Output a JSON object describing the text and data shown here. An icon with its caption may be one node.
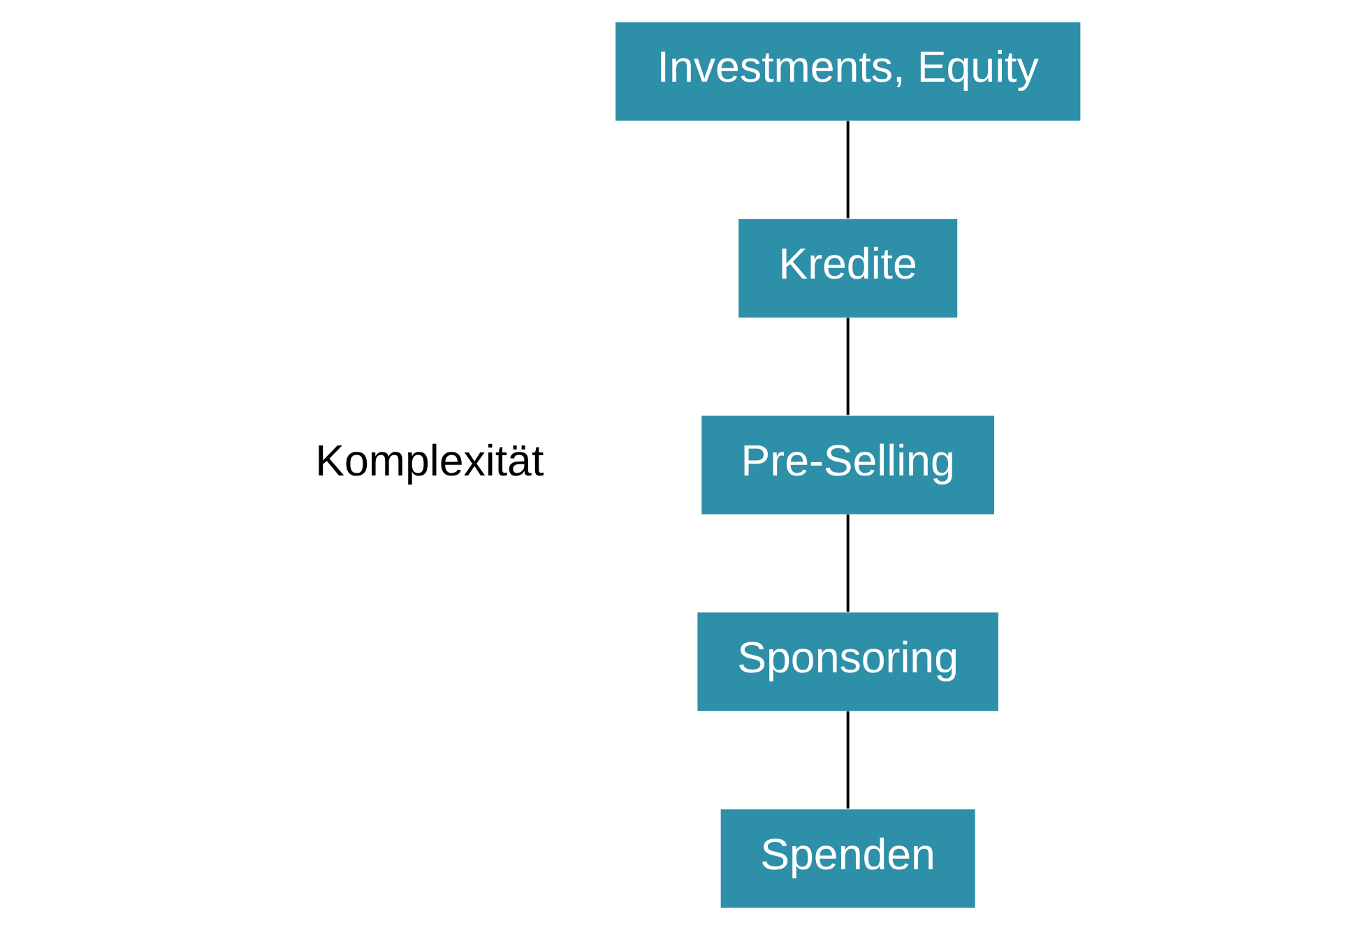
{
  "diagram": {
    "nodes": [
      {
        "text": [
          "Spenden"
        ]
      },
      {
        "text": [
          "Sponsoring"
        ]
      },
      {
        "text": [
          "Pre-Selling"
        ]
      },
      {
        "text": [
          "Kredite"
        ]
      },
      {
        "text": [
          "Investments, Equity"
        ]
      }
    ],
    "edges": [
      {
        "from": 0,
        "to": 1,
        "arrow": "none"
      },
      {
        "from": 1,
        "to": 2,
        "arrow": "none"
      },
      {
        "from": 2,
        "to": 3,
        "arrow": "none"
      },
      {
        "from": 3,
        "to": 4,
        "arrow": "none"
      }
    ],
    "labels": [
      "Komplexität"
    ]
  }
}
